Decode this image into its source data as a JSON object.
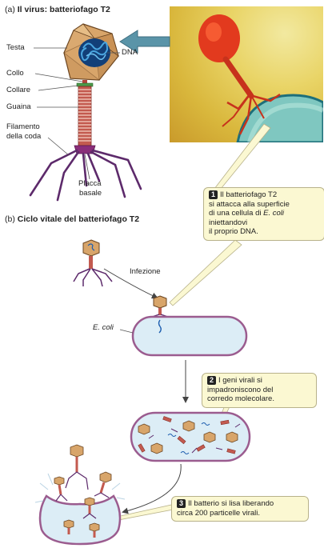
{
  "part_a": {
    "prefix": "(a)",
    "title": "Il virus: batteriofago T2",
    "labels": {
      "testa": "Testa",
      "dna": "DNA",
      "collo": "Collo",
      "collare": "Collare",
      "guaina": "Guaina",
      "filamento_1": "Filamento",
      "filamento_2": "della coda",
      "placca_1": "Placca",
      "placca_2": "basale"
    }
  },
  "part_b": {
    "prefix": "(b)",
    "title": "Ciclo vitale del batteriofago T2",
    "infezione": "Infezione",
    "ecoli": "E. coli"
  },
  "callouts": [
    {
      "number": "1",
      "lines": [
        "Il batteriofago T2",
        "si attacca alla superficie",
        "di una cellula di E. coli",
        "iniettandovi",
        "il proprio DNA."
      ]
    },
    {
      "number": "2",
      "lines": [
        "I geni virali si",
        "impadroniscono del",
        "corredo molecolare."
      ]
    },
    {
      "number": "3",
      "lines": [
        "Il batterio si lisa liberando",
        "circa 200 particelle virali."
      ]
    }
  ],
  "colors": {
    "phage_head": "#c8873f",
    "phage_tail": "#b4433c",
    "tail_fiber": "#5d2a6b",
    "dna": "#1f5fb0",
    "cell_fill": "#dcedf6",
    "cell_border": "#9b5c8f",
    "arrow_blue": "#5a94a8",
    "callout_fill": "#fbf8d2"
  }
}
